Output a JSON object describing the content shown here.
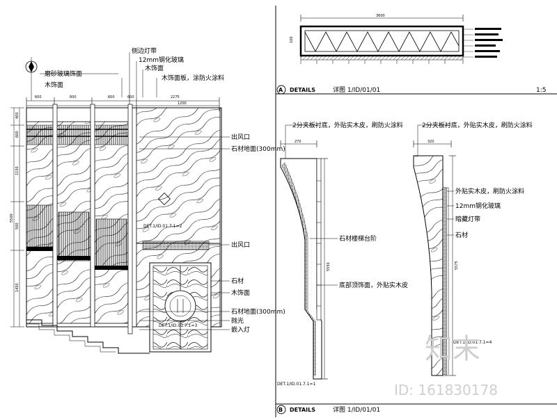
{
  "left_elevation": {
    "dims_top": [
      "600",
      "600",
      "600",
      "600",
      "2275",
      "1200"
    ],
    "dims_left": [
      "400",
      "600",
      "1150",
      "500",
      "1450"
    ],
    "dim_overall": "5500",
    "labels_top": [
      "侧边灯带",
      "12mm钢化玻璃",
      "磨砂玻璃饰面",
      "木饰面",
      "木饰面",
      "木饰面板，涂防火涂料"
    ],
    "labels_right": [
      "出风口",
      "石材地面(300mm)",
      "出风口",
      "石材",
      "木饰面",
      "石材地面(300mm)",
      "抛光",
      "嵌入灯"
    ],
    "ref_mid": "DET.1/ID.01.7.1=2",
    "ref_bottom": "DET.1/ID.01.7.1=3"
  },
  "details": {
    "top_dims": [
      "3600",
      "100"
    ],
    "section_a": {
      "marker": "A",
      "title": "DETAILS",
      "subtitle": "详图 1/ID/01/01",
      "scale": "1:5"
    },
    "section_b": {
      "marker": "B",
      "title": "DETAILS",
      "subtitle": "详图 1/ID/01/01"
    },
    "left_profile": {
      "labels": [
        "2分夹板衬底，外贴实木皮，刷防火涂料",
        "石材楼梯台阶",
        "底部顶饰面，外贴实木皮"
      ],
      "dims": [
        "270",
        "5550"
      ],
      "ref": "DET.1/ID.01.7.1=1"
    },
    "right_profile": {
      "labels": [
        "2分夹板衬底，外贴实木皮，刷防火涂料",
        "外贴实木皮，刷防火涂料",
        "12mm钢化玻璃",
        "暗藏灯带",
        "石材"
      ],
      "dims": [
        "320",
        "5575"
      ],
      "ref": "DET.1/ID.01.7.1=4"
    }
  },
  "watermark": {
    "brand": "知末",
    "id": "ID: 161830178"
  }
}
